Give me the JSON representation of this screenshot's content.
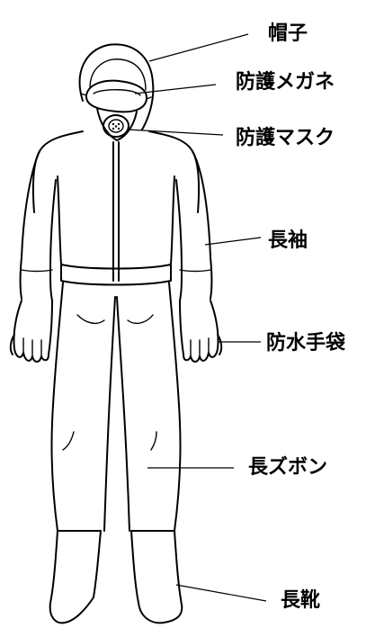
{
  "labels": {
    "hat": "帽子",
    "goggles": "防護メガネ",
    "mask": "防護マスク",
    "sleeves": "長袖",
    "gloves": "防水手袋",
    "pants": "長ズボン",
    "boots": "長靴"
  }
}
